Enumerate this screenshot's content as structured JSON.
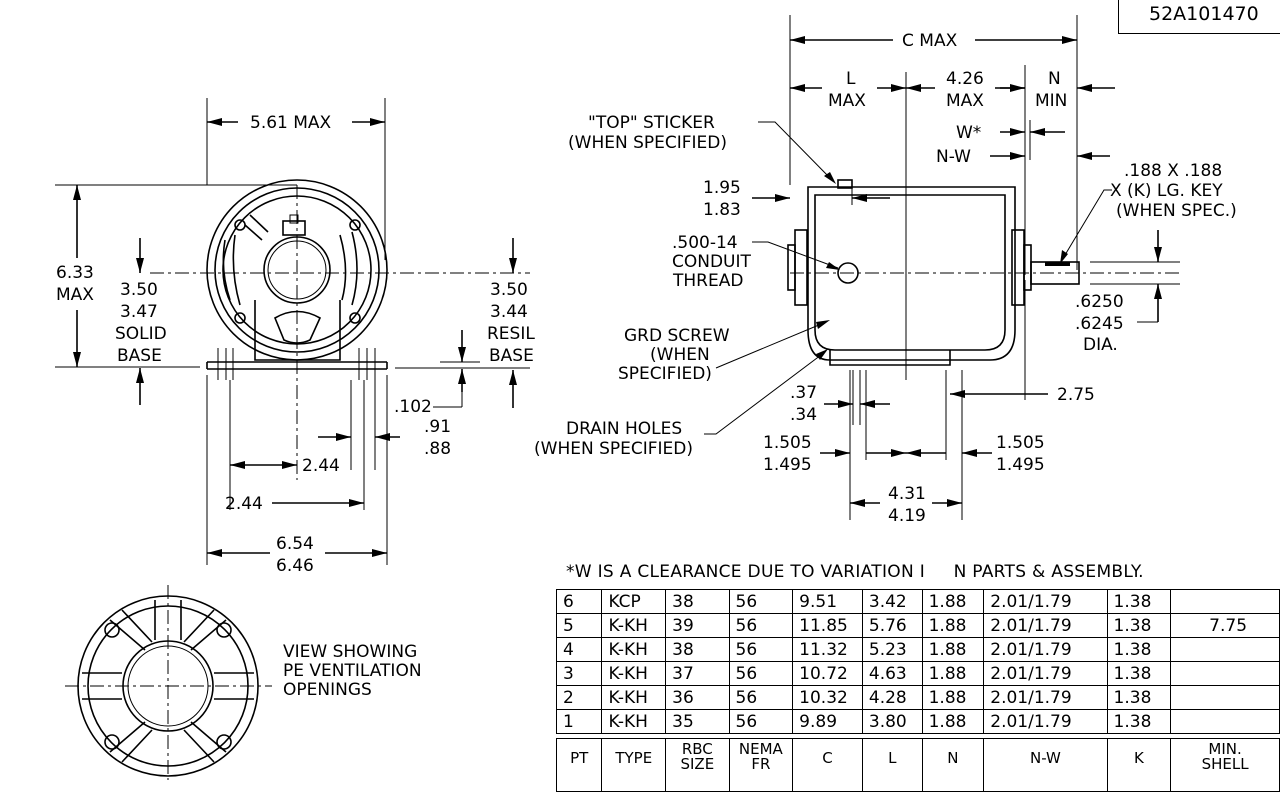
{
  "drawing_number": "52A101470",
  "side_view": {
    "width_max": "5.61 MAX",
    "height_max_1": "6.33",
    "height_max_2": "MAX",
    "solid_base_1": "3.50",
    "solid_base_2": "3.47",
    "solid_base_3": "SOLID",
    "solid_base_4": "BASE",
    "resil_base_1": "3.50",
    "resil_base_2": "3.44",
    "resil_base_3": "RESIL",
    "resil_base_4": "BASE",
    "dim_102": ".102",
    "dim_91": ".91",
    "dim_88": ".88",
    "dim_244_a": "2.44",
    "dim_244_b": "2.44",
    "dim_654": "6.54",
    "dim_646": "6.46"
  },
  "end_view": {
    "caption_1": "VIEW SHOWING",
    "caption_2": "PE VENTILATION",
    "caption_3": "OPENINGS"
  },
  "front_view": {
    "c_max": "C MAX",
    "l_1": "L",
    "l_2": "MAX",
    "d426_1": "4.26",
    "d426_2": "MAX",
    "n_1": "N",
    "n_2": "MIN",
    "w_star": "W*",
    "n_w": "N-W",
    "top_sticker_1": "\"TOP\" STICKER",
    "top_sticker_2": "(WHEN SPECIFIED)",
    "d195": "1.95",
    "d183": "1.83",
    "conduit_1": ".500-14",
    "conduit_2": "CONDUIT",
    "conduit_3": "THREAD",
    "key_1": ".188 X .188",
    "key_2": "X (K) LG. KEY",
    "key_3": "(WHEN SPEC.)",
    "shaft_1": ".6250",
    "shaft_2": ".6245",
    "shaft_3": "DIA.",
    "grd_1": "GRD SCREW",
    "grd_2": "(WHEN",
    "grd_3": "SPECIFIED)",
    "d37": ".37",
    "d34": ".34",
    "d275": "2.75",
    "drain_1": "DRAIN HOLES",
    "drain_2": "(WHEN SPECIFIED)",
    "d1505_a": "1.505",
    "d1495_a": "1.495",
    "d1505_b": "1.505",
    "d1495_b": "1.495",
    "d431": "4.31",
    "d419": "4.19"
  },
  "clearance_note_a": "*W IS A CLEARANCE DUE TO VARIATION I",
  "clearance_note_b": "N PARTS & ASSEMBLY.",
  "table": {
    "rows": [
      [
        "6",
        "KCP",
        "38",
        "56",
        "9.51",
        "3.42",
        "1.88",
        "2.01/1.79",
        "1.38",
        ""
      ],
      [
        "5",
        "K-KH",
        "39",
        "56",
        "11.85",
        "5.76",
        "1.88",
        "2.01/1.79",
        "1.38",
        "7.75"
      ],
      [
        "4",
        "K-KH",
        "38",
        "56",
        "11.32",
        "5.23",
        "1.88",
        "2.01/1.79",
        "1.38",
        ""
      ],
      [
        "3",
        "K-KH",
        "37",
        "56",
        "10.72",
        "4.63",
        "1.88",
        "2.01/1.79",
        "1.38",
        ""
      ],
      [
        "2",
        "K-KH",
        "36",
        "56",
        "10.32",
        "4.28",
        "1.88",
        "2.01/1.79",
        "1.38",
        ""
      ],
      [
        "1",
        "K-KH",
        "35",
        "56",
        "9.89",
        "3.80",
        "1.88",
        "2.01/1.79",
        "1.38",
        ""
      ]
    ],
    "headers": [
      [
        "PT"
      ],
      [
        "TYPE"
      ],
      [
        "RBC",
        "SIZE"
      ],
      [
        "NEMA",
        "FR"
      ],
      [
        "C"
      ],
      [
        "L"
      ],
      [
        "N"
      ],
      [
        "N-W"
      ],
      [
        "K"
      ],
      [
        "MIN.",
        "SHELL"
      ]
    ]
  }
}
